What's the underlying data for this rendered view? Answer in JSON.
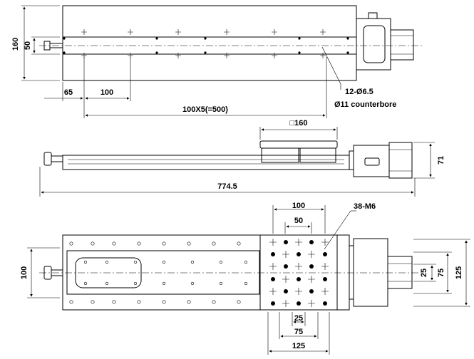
{
  "labels": {
    "top_height": "160",
    "top_width_small": "50",
    "top_offset": "65",
    "top_pitch": "100",
    "top_pitch_total": "100X5(=500)",
    "top_holes": "12-Ø6.5",
    "top_counterbore": "Ø11 counterbore",
    "side_table": "□160",
    "side_height": "71",
    "side_length": "774.5",
    "bottom_pitch_100": "100",
    "bottom_pitch_50": "50",
    "bottom_taps": "38-M6",
    "bottom_left_100": "100",
    "bottom_right_25": "25",
    "bottom_right_75": "75",
    "bottom_right_125": "125",
    "bottom_under_25": "25",
    "bottom_under_75": "75",
    "bottom_under_125": "125"
  },
  "colors": {
    "line": "#000000",
    "background": "#ffffff"
  }
}
